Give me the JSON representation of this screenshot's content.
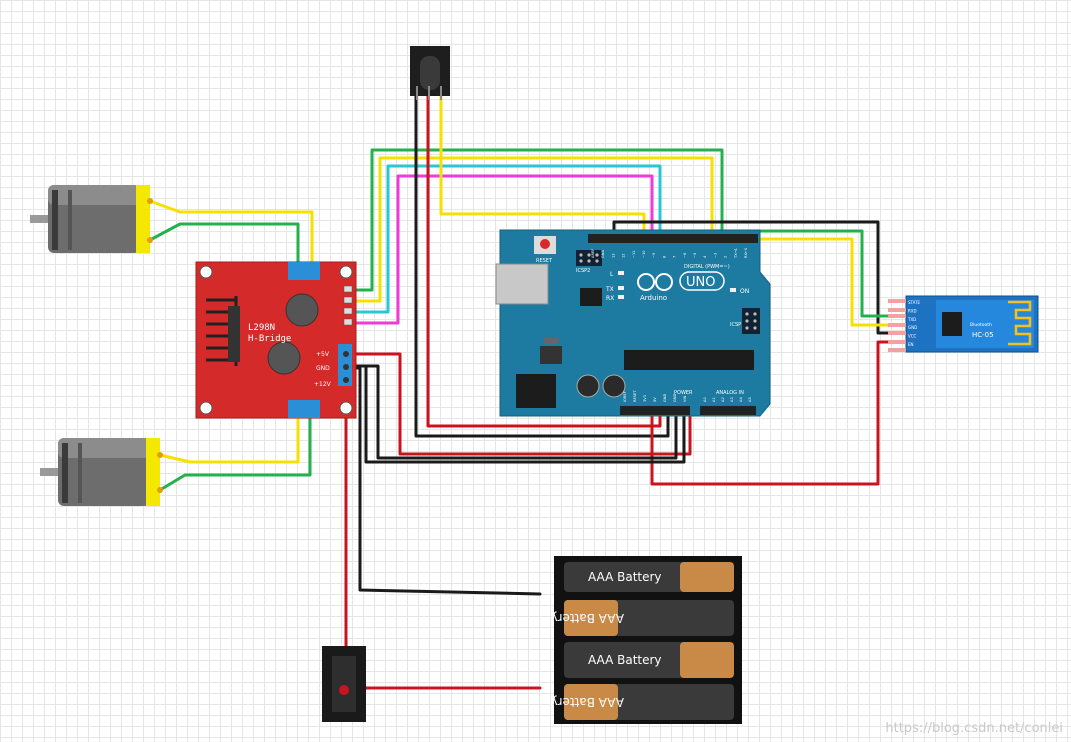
{
  "l298n": {
    "title_line1": "L298N",
    "title_line2": "H-Bridge",
    "pin_5v": "+5V",
    "pin_gnd": "GND",
    "pin_12v": "+12V"
  },
  "arduino": {
    "logo": "Arduino",
    "model": "UNO",
    "reset": "RESET",
    "icsp2": "ICSP2",
    "icsp": "ICSP",
    "digital_header": "DIGITAL (PWM=~)",
    "led_l": "L",
    "led_tx": "TX",
    "led_rx": "RX",
    "led_on": "ON",
    "power_header": "POWER",
    "analog_header": "ANALOG IN",
    "digital_pins": [
      "AREF",
      "GND",
      "13",
      "12",
      "~11",
      "~10",
      "~9",
      "8",
      "7",
      "~6",
      "~5",
      "4",
      "~3",
      "2",
      "TX→1",
      "RX←0"
    ],
    "power_pins": [
      "IOREF",
      "RESET",
      "3V3",
      "5V",
      "GND",
      "GND",
      "VIN"
    ],
    "analog_pins": [
      "A0",
      "A1",
      "A2",
      "A3",
      "A4",
      "A5"
    ]
  },
  "hc05": {
    "name": "HC-05",
    "sub": "Bluetooth",
    "pins": [
      "STATE",
      "RXD",
      "TXD",
      "GND",
      "VCC",
      "EN"
    ]
  },
  "battery_pack": {
    "cells": [
      "AAA Battery",
      "AAA Battery",
      "AAA Battery",
      "AAA Battery"
    ]
  },
  "watermark": "https://blog.csdn.net/conlei",
  "colors": {
    "board_red": "#d42a2a",
    "arduino_teal": "#1d7aa0",
    "wire_red": "#c8141e",
    "wire_black": "#1a1a1a",
    "wire_green": "#22b14c",
    "wire_yellow": "#f5e000",
    "wire_cyan": "#27c7d6",
    "wire_magenta": "#ee3ad6",
    "motor_yellow": "#f4e700"
  }
}
